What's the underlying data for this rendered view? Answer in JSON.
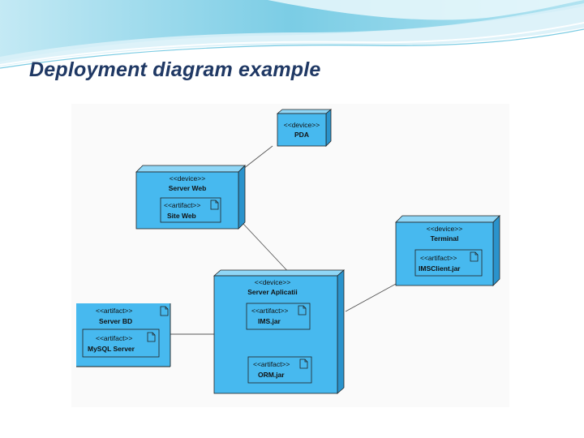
{
  "slide": {
    "title": "Deployment diagram example"
  },
  "colors": {
    "node_fill": "#47b9ef",
    "node_top": "#8fd6f6",
    "node_side": "#2a93cc",
    "title": "#1f3864",
    "wave": "#7ecfe6"
  },
  "diagram": {
    "pda": {
      "stereotype": "<<device>>",
      "name": "PDA"
    },
    "server_web": {
      "stereotype": "<<device>>",
      "name": "Server Web",
      "artifact": {
        "stereotype": "<<artifact>>",
        "name": "Site Web"
      }
    },
    "terminal": {
      "stereotype": "<<device>>",
      "name": "Terminal",
      "artifact": {
        "stereotype": "<<artifact>>",
        "name": "IMSClient.jar"
      }
    },
    "server_aplicatii": {
      "stereotype": "<<device>>",
      "name": "Server Aplicatii",
      "artifacts": [
        {
          "stereotype": "<<artifact>>",
          "name": "IMS.jar"
        },
        {
          "stereotype": "<<artifact>>",
          "name": "ORM.jar"
        }
      ]
    },
    "server_bd": {
      "stereotype": "<<artifact>>",
      "name": "Server BD",
      "artifact": {
        "stereotype": "<<artifact>>",
        "name": "MySQL Server"
      }
    }
  }
}
